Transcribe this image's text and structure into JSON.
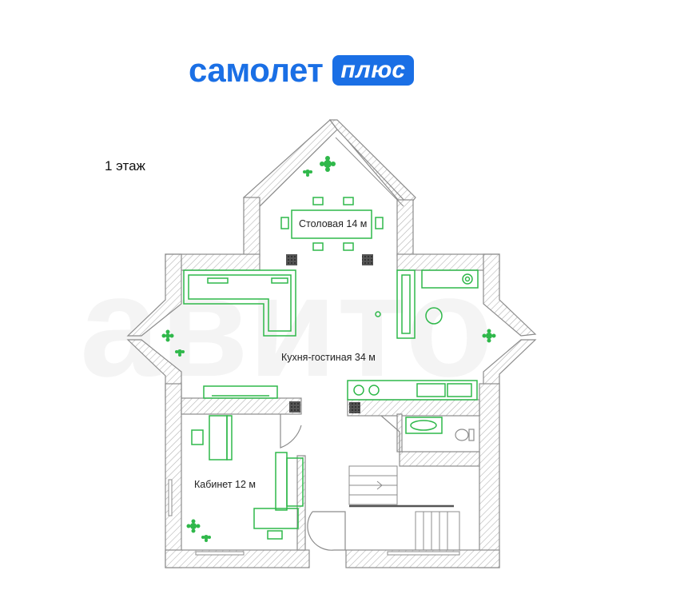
{
  "logo": {
    "word": "самолет",
    "badge": "плюс",
    "color": "#1a6fe5"
  },
  "floor_label": "1 этаж",
  "rooms": {
    "dining": "Столовая 14 м",
    "kitchen_living": "Кухня-гостиная 34 м",
    "office": "Кабинет 12 м"
  },
  "colors": {
    "wall": "#8c8c8c",
    "furniture": "#2fb84a"
  }
}
